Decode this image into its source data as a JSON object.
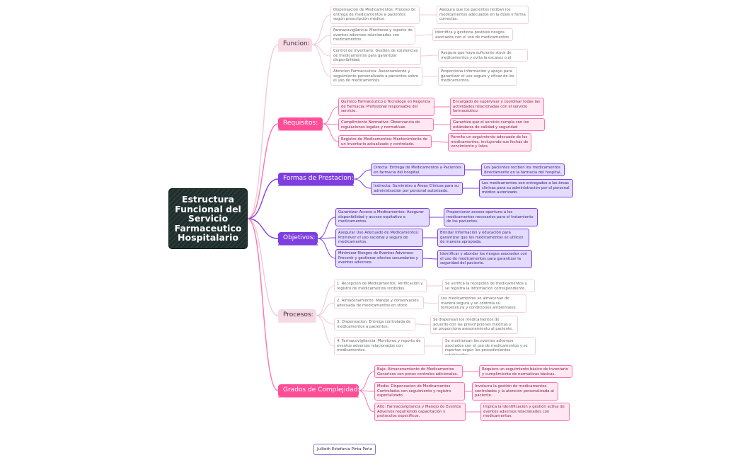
{
  "title": "Estructura Funcional del Servicio Farmaceutico Hospitalario",
  "author": "Jullieth Estefania Pinta Peña",
  "branches": [
    {
      "label": "Funcion:",
      "style": "pale",
      "items": [
        {
          "text": "Dispensacion de Medicamentos: Proceso de entrega de medicamentos a pacientes según prescripción médica.",
          "detail": "Asegura que los pacientes reciban los medicamentos adecuados en la dosis y forma correctas."
        },
        {
          "text": "Farmacovigilancia: Monitoreo y reporte de eventos adversos relacionados con medicamentos.",
          "detail": "Identifica y gestiona posibles riesgos asociados con el uso de medicamentos."
        },
        {
          "text": "Control de Inventario: Gestión de existencias de medicamentos para garantizar disponibilidad.",
          "detail": "Asegura que haya suficiente stock de medicamentos y evita la escasez o el exceso."
        },
        {
          "text": "Atencion Farmaceutica: Asesoramiento y seguimiento personalizado a pacientes sobre el uso de medicamentos.",
          "detail": "Proporciona información y apoyo para garantizar el uso seguro y eficaz de los medicamentos."
        }
      ]
    },
    {
      "label": "Requisitos:",
      "style": "pink",
      "items": [
        {
          "text": "Químico Farmacéutico o Tecnologo en Regencia de Farmacia: Profesional responsable del servicio.",
          "detail": "Encargado de supervisar y coordinar todas las actividades relacionadas con el servicio farmacéutico."
        },
        {
          "text": "Cumplimiento Normativo: Observancia de regulaciones legales y normativas relacionadas.",
          "detail": "Garantiza que el servicio cumpla con los estándares de calidad y seguridad establecidos."
        },
        {
          "text": "Registro de Medicamentos: Mantenimiento de un inventario actualizado y controlado.",
          "detail": "Permite un seguimiento adecuado de los medicamentos, incluyendo sus fechas de vencimiento y lotes."
        }
      ]
    },
    {
      "label": "Formas de Prestacion:",
      "style": "purple",
      "items": [
        {
          "text": "Directa: Entrega de Medicamentos a Pacientes en farmacia del hospital.",
          "detail": "Los pacientes reciben los medicamentos directamente en la farmacia del hospital."
        },
        {
          "text": "Indirecta: Suministro a Áreas Clínicas para su administración por personal autorizado.",
          "detail": "Los medicamentos son entregados a las áreas clínicas para su administración por el personal médico autorizado."
        }
      ]
    },
    {
      "label": "Objetivos:",
      "style": "purple",
      "items": [
        {
          "text": "Garantizar Acceso a Medicamentos: Asegurar disponibilidad y acceso equitativo a medicamentos.",
          "detail": "Proporcionar acceso oportuno a los medicamentos necesarios para el tratamiento de los pacientes."
        },
        {
          "text": "Asegurar Uso Adecuado de Medicamentos: Promover el uso racional y seguro de medicamentos.",
          "detail": "Brindar información y educación para garantizar que los medicamentos se utilicen de manera apropiada."
        },
        {
          "text": "Minimizar Riesgos de Eventos Adversos: Prevenir y gestionar efectos secundarios y eventos adversos.",
          "detail": "Identificar y abordar los riesgos asociados con el uso de medicamentos para garantizar la seguridad del paciente."
        }
      ]
    },
    {
      "label": "Procesos:",
      "style": "pale",
      "items": [
        {
          "text": "1. Recepcion de Medicamentos: Verificación y registro de medicamentos recibidos.",
          "detail": "Se verifica la recepción de medicamentos y se registra la información correspondiente."
        },
        {
          "text": "2. Almacenamiento: Manejo y conservación adecuada de medicamentos en stock.",
          "detail": "Los medicamentos se almacenan de manera segura y se controla su temperatura y condiciones ambientales."
        },
        {
          "text": "3. Dispensacion: Entrega controlada de medicamentos a pacientes.",
          "detail": "Se dispensan los medicamentos de acuerdo con las prescripciones médicas y se proporciona asesoramiento al paciente."
        },
        {
          "text": "4. Farmacovigilancia: Monitoreo y reporte de eventos adversos relacionados con medicamentos.",
          "detail": "Se monitorean los eventos adversos asociados con el uso de medicamentos y se reportan según los procedimientos establecidos."
        }
      ]
    },
    {
      "label": "Grados de Complejidad:",
      "style": "pink",
      "items": [
        {
          "text": "Bajo: Almacenamiento de Medicamentos Genericos con pocos controles adicionales.",
          "detail": "Requiere un seguimiento básico de inventario y cumplimiento de normativas básicas."
        },
        {
          "text": "Medio: Dispensacion de Medicamentos Controlados con seguimiento y registro especializado.",
          "detail": "Involucra la gestión de medicamentos controlados y la atención personalizada al paciente."
        },
        {
          "text": "Alto: Farmacovigilancia y Manejo de Eventos Adversos requiriendo capacitación y protocolos específicos.",
          "detail": "Implica la identificación y gestión activa de eventos adversos relacionados con medicamentos."
        }
      ]
    }
  ],
  "colors": {
    "pale": "#f6d9e5",
    "pink": "#ff4d97",
    "purple": "#7e3ee0",
    "root": "#1f2f2d"
  }
}
